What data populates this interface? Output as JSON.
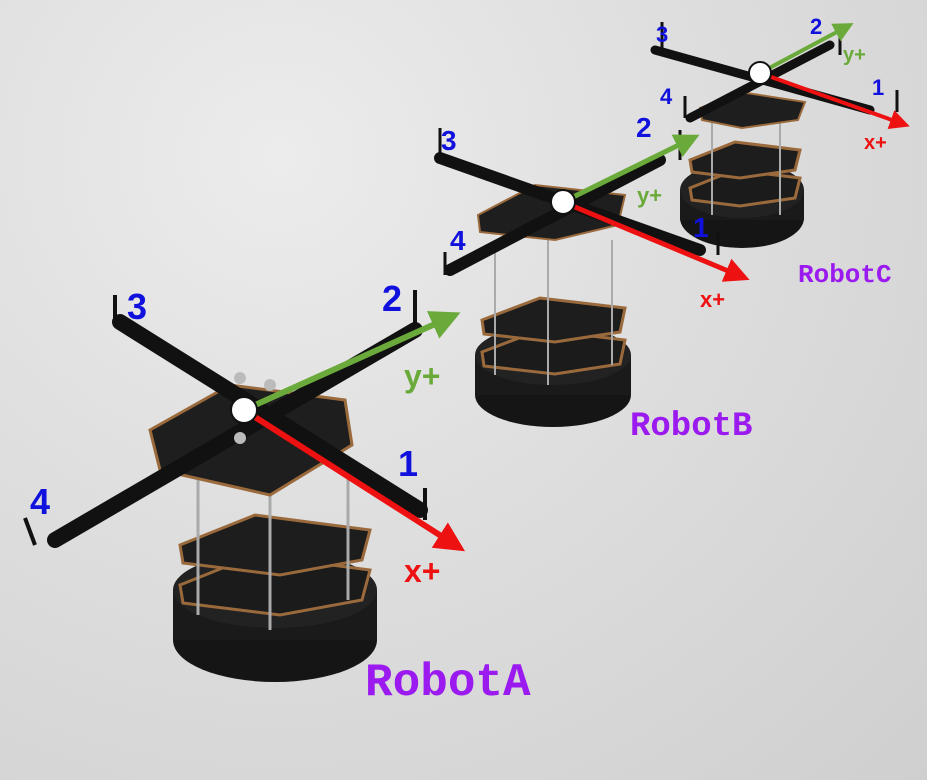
{
  "robots": [
    {
      "name": "RobotA",
      "axes": {
        "x": "x+",
        "y": "y+"
      },
      "antennas": [
        "1",
        "2",
        "3",
        "4"
      ]
    },
    {
      "name": "RobotB",
      "axes": {
        "x": "x+",
        "y": "y+"
      },
      "antennas": [
        "1",
        "2",
        "3",
        "4"
      ]
    },
    {
      "name": "RobotC",
      "axes": {
        "x": "x+",
        "y": "y+"
      },
      "antennas": [
        "1",
        "2",
        "3",
        "4"
      ]
    }
  ],
  "colors": {
    "x_axis": "#ee1111",
    "y_axis": "#6aaa3a",
    "antenna_number": "#1111dd",
    "robot_name": "#9a1af0",
    "robot_body": "#1c1c1c",
    "wood_trim": "#9a6a3c",
    "floor": "#dcdcdc"
  }
}
